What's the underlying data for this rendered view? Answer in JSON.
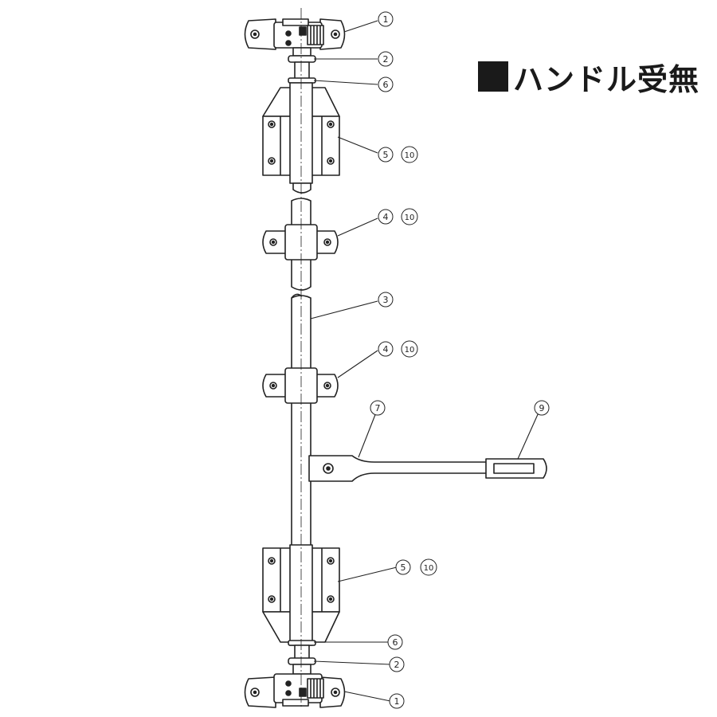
{
  "title": {
    "square_icon": "black-square",
    "text": "ハンドル受無"
  },
  "callouts": {
    "c1_top": "1",
    "c2_top": "2",
    "c6_top": "6",
    "c5_top": "5",
    "c10_a": "10",
    "c4_upper": "4",
    "c10_b": "10",
    "c3": "3",
    "c4_lower": "4",
    "c10_c": "10",
    "c7": "7",
    "c9": "9",
    "c5_bottom": "5",
    "c10_d": "10",
    "c6_bottom": "6",
    "c2_bottom": "2",
    "c1_bottom": "1"
  },
  "colors": {
    "line": "#222222",
    "background": "#ffffff"
  }
}
